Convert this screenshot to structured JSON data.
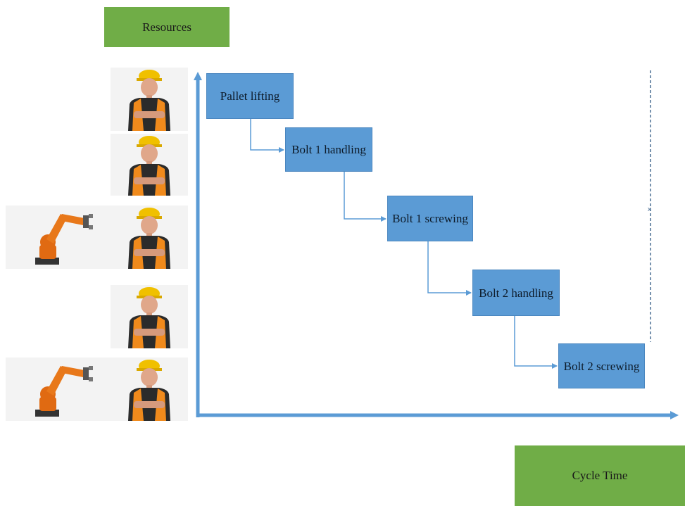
{
  "resources_label": "Resources",
  "cycle_time_label": "Cycle Time",
  "tasks": [
    {
      "label": "Pallet lifting",
      "resources": [
        "worker"
      ]
    },
    {
      "label": "Bolt 1 handling",
      "resources": [
        "worker"
      ]
    },
    {
      "label": "Bolt 1 screwing",
      "resources": [
        "robot",
        "worker"
      ]
    },
    {
      "label": "Bolt 2 handling",
      "resources": [
        "worker"
      ]
    },
    {
      "label": "Bolt 2 screwing",
      "resources": [
        "robot",
        "worker"
      ]
    }
  ],
  "icons": {
    "worker": "worker-icon",
    "robot": "industrial-robot-icon"
  },
  "colors": {
    "green_box": "#70ad47",
    "task_fill": "#5b9bd5",
    "axis": "#5b9bd5",
    "connector": "#5b9bd5",
    "cycle_marker": "#4a6f94"
  }
}
